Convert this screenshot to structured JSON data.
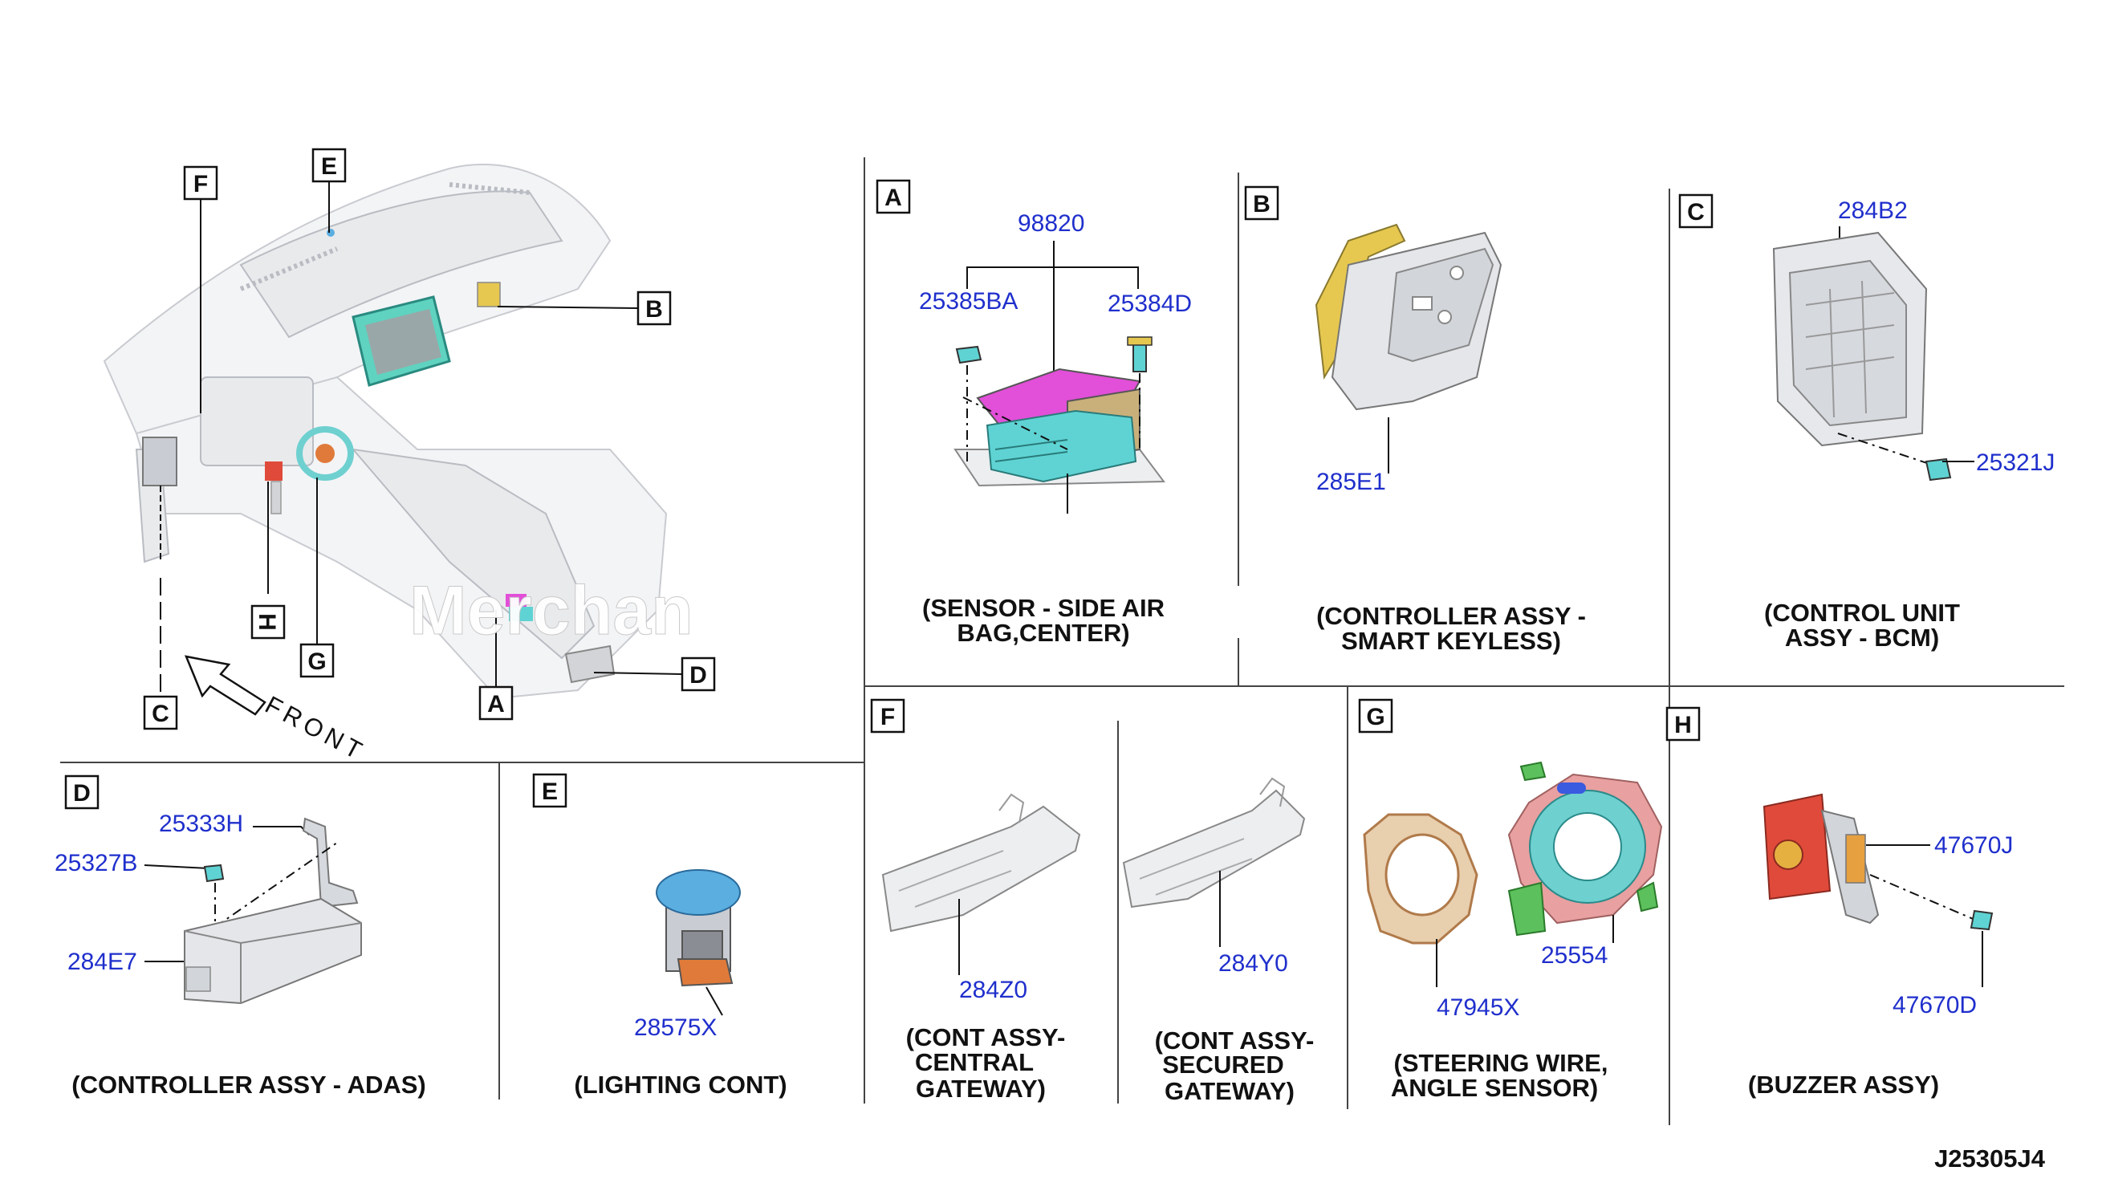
{
  "diagram": {
    "drawing_code": "J25305J4",
    "watermark": "Merchan",
    "overview": {
      "callouts": [
        "F",
        "E",
        "B",
        "C",
        "G",
        "A",
        "D",
        "H"
      ],
      "front_label": "FRONT"
    },
    "panels": {
      "A": {
        "letter": "A",
        "parts": [
          "98820",
          "25385BA",
          "25384D"
        ],
        "caption": [
          "(SENSOR - SIDE AIR",
          "BAG,CENTER)"
        ]
      },
      "B": {
        "letter": "B",
        "parts": [
          "285E1"
        ],
        "caption": [
          "(CONTROLLER ASSY -",
          "SMART KEYLESS)"
        ]
      },
      "C": {
        "letter": "C",
        "parts": [
          "284B2",
          "25321J"
        ],
        "caption": [
          "(CONTROL UNIT",
          "ASSY - BCM)"
        ]
      },
      "D": {
        "letter": "D",
        "parts": [
          "25333H",
          "25327B",
          "284E7"
        ],
        "caption": [
          "(CONTROLLER ASSY - ADAS)"
        ]
      },
      "E": {
        "letter": "E",
        "parts": [
          "28575X"
        ],
        "caption": [
          "(LIGHTING CONT)"
        ]
      },
      "F": {
        "letter": "F",
        "parts": [
          "284Z0",
          "284Y0"
        ],
        "caption_left": [
          "(CONT ASSY-",
          "CENTRAL",
          "GATEWAY)"
        ],
        "caption_right": [
          "(CONT ASSY-",
          "SECURED",
          "GATEWAY)"
        ]
      },
      "G": {
        "letter": "G",
        "parts": [
          "47945X",
          "25554"
        ],
        "caption": [
          "(STEERING WIRE,",
          "ANGLE SENSOR)"
        ]
      },
      "H": {
        "letter": "H",
        "parts": [
          "47670J",
          "47670D"
        ],
        "caption": [
          "(BUZZER ASSY)"
        ]
      }
    },
    "colors": {
      "part_number": "#1f2fcc",
      "sensor_body": "#5fd3d3",
      "sensor_top": "#e24fd8",
      "controller_yellow": "#e6c850",
      "lighting_cap": "#5aaee0",
      "lighting_base": "#e07a3a",
      "buzzer_red": "#e04a3a",
      "steering_brown": "#b07a4a",
      "steering_pink": "#e8a0a0",
      "steering_cyan": "#6fd0d0",
      "steering_green": "#5cc05c"
    }
  }
}
